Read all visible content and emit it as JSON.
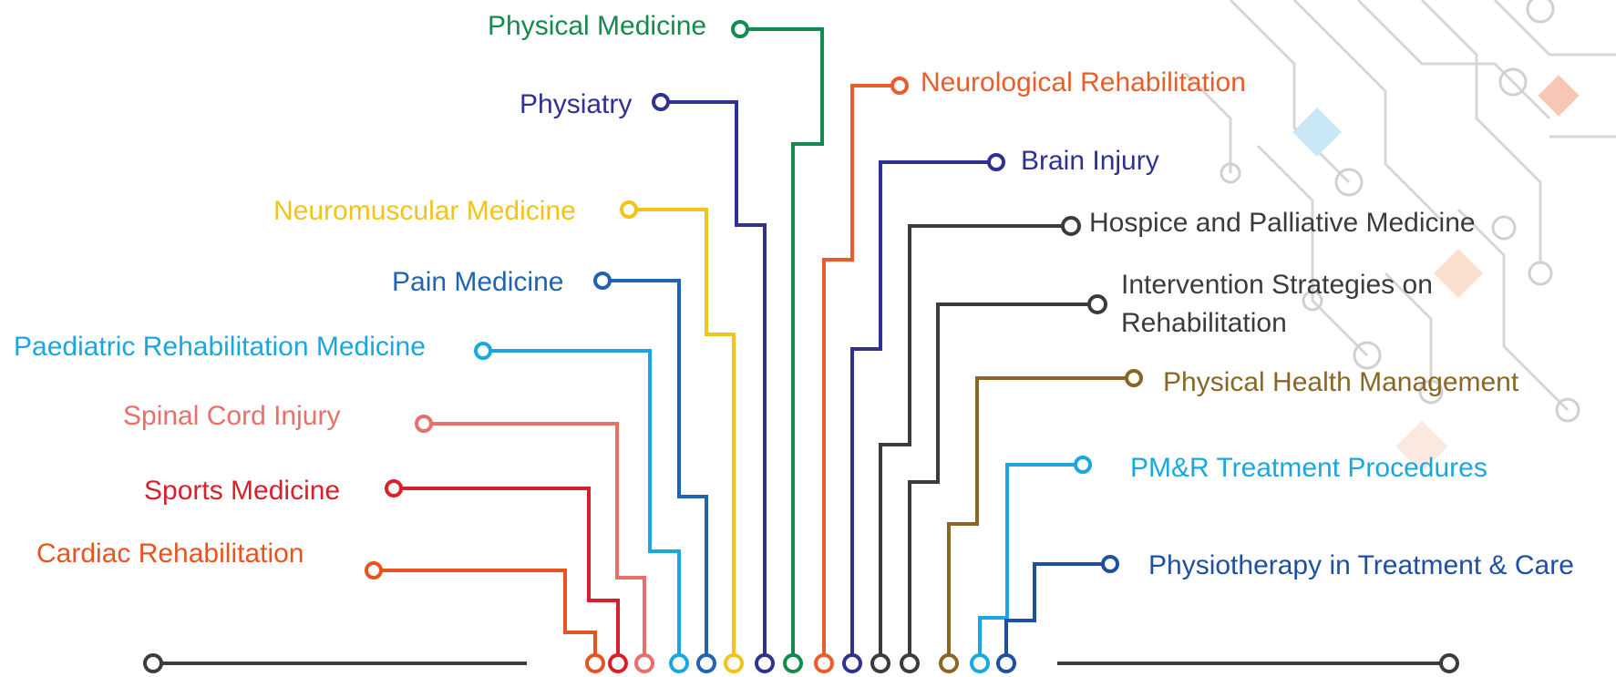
{
  "topics": [
    {
      "label": "Cardiac Rehabilitation",
      "color": "#e8541f"
    },
    {
      "label": "Sports Medicine",
      "color": "#d8202a"
    },
    {
      "label": "Spinal Cord Injury",
      "color": "#e9706a"
    },
    {
      "label": "Paediatric Rehabilitation Medicine",
      "color": "#1aa7e0"
    },
    {
      "label": "Pain Medicine",
      "color": "#1f63b2"
    },
    {
      "label": "Neuromuscular Medicine",
      "color": "#f2c31b"
    },
    {
      "label": "Physiatry",
      "color": "#2e3192"
    },
    {
      "label": "Physical Medicine",
      "color": "#138a4e"
    },
    {
      "label": "Neurological Rehabilitation",
      "color": "#ea5c2a"
    },
    {
      "label": "Brain Injury",
      "color": "#2e3192"
    },
    {
      "label": "Hospice and Palliative Medicine",
      "color": "#3b3b3b"
    },
    {
      "label": [
        "Intervention Strategies on",
        "Rehabilitation"
      ],
      "color": "#3b3b3b"
    },
    {
      "label": "Physical Health Management",
      "color": "#8a6624"
    },
    {
      "label": "PM&R Treatment Procedures",
      "color": "#1aa7e0"
    },
    {
      "label": "Physiotherapy in Treatment & Care",
      "color": "#1f4fa3"
    }
  ],
  "baseline_color": "#3b3b3b"
}
